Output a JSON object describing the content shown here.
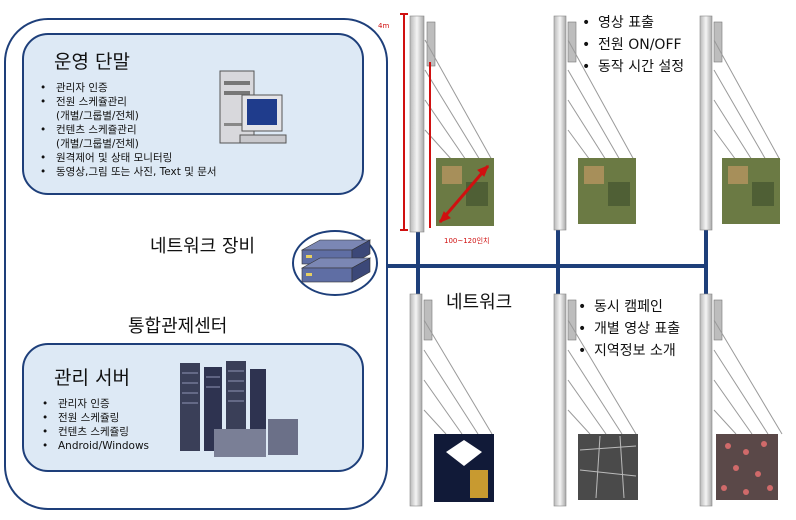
{
  "terminal": {
    "title": "운영 단말",
    "items": [
      {
        "text": "관리자 인증",
        "bullet": true
      },
      {
        "text": "전원 스케쥴관리",
        "bullet": true
      },
      {
        "text": "(개별/그룹별/전체)",
        "bullet": false
      },
      {
        "text": "컨텐츠 스케쥴관리",
        "bullet": true
      },
      {
        "text": "(개별/그룹별/전체)",
        "bullet": false
      },
      {
        "text": "원격제어 및 상태 모니터링",
        "bullet": true
      },
      {
        "text": "동영상,그림 또는 사진, Text  및 문서",
        "bullet": true
      }
    ]
  },
  "network_device_label": "네트워크 장비",
  "control_center_label": "통합관제센터",
  "server": {
    "title": "관리 서버",
    "items": [
      {
        "text": "관리자 인증",
        "bullet": true
      },
      {
        "text": "전원 스케쥴링",
        "bullet": true
      },
      {
        "text": "컨텐츠 스케쥴링",
        "bullet": true
      },
      {
        "text": "Android/Windows",
        "bullet": true
      }
    ]
  },
  "network_label": "네트워크",
  "dimensions": {
    "height": "4m",
    "width": "100~120인치"
  },
  "features_top": [
    "영상 표출",
    "전원 ON/OFF",
    "동작 시간 설정"
  ],
  "features_bottom": [
    "동시 캠페인",
    "개별 영상 표출",
    "지역정보 소개"
  ],
  "colors": {
    "frame": "#1e3f7a",
    "panel_fill": "#dde9f5",
    "network_line": "#1e3f7a",
    "dimension": "#d01010"
  }
}
